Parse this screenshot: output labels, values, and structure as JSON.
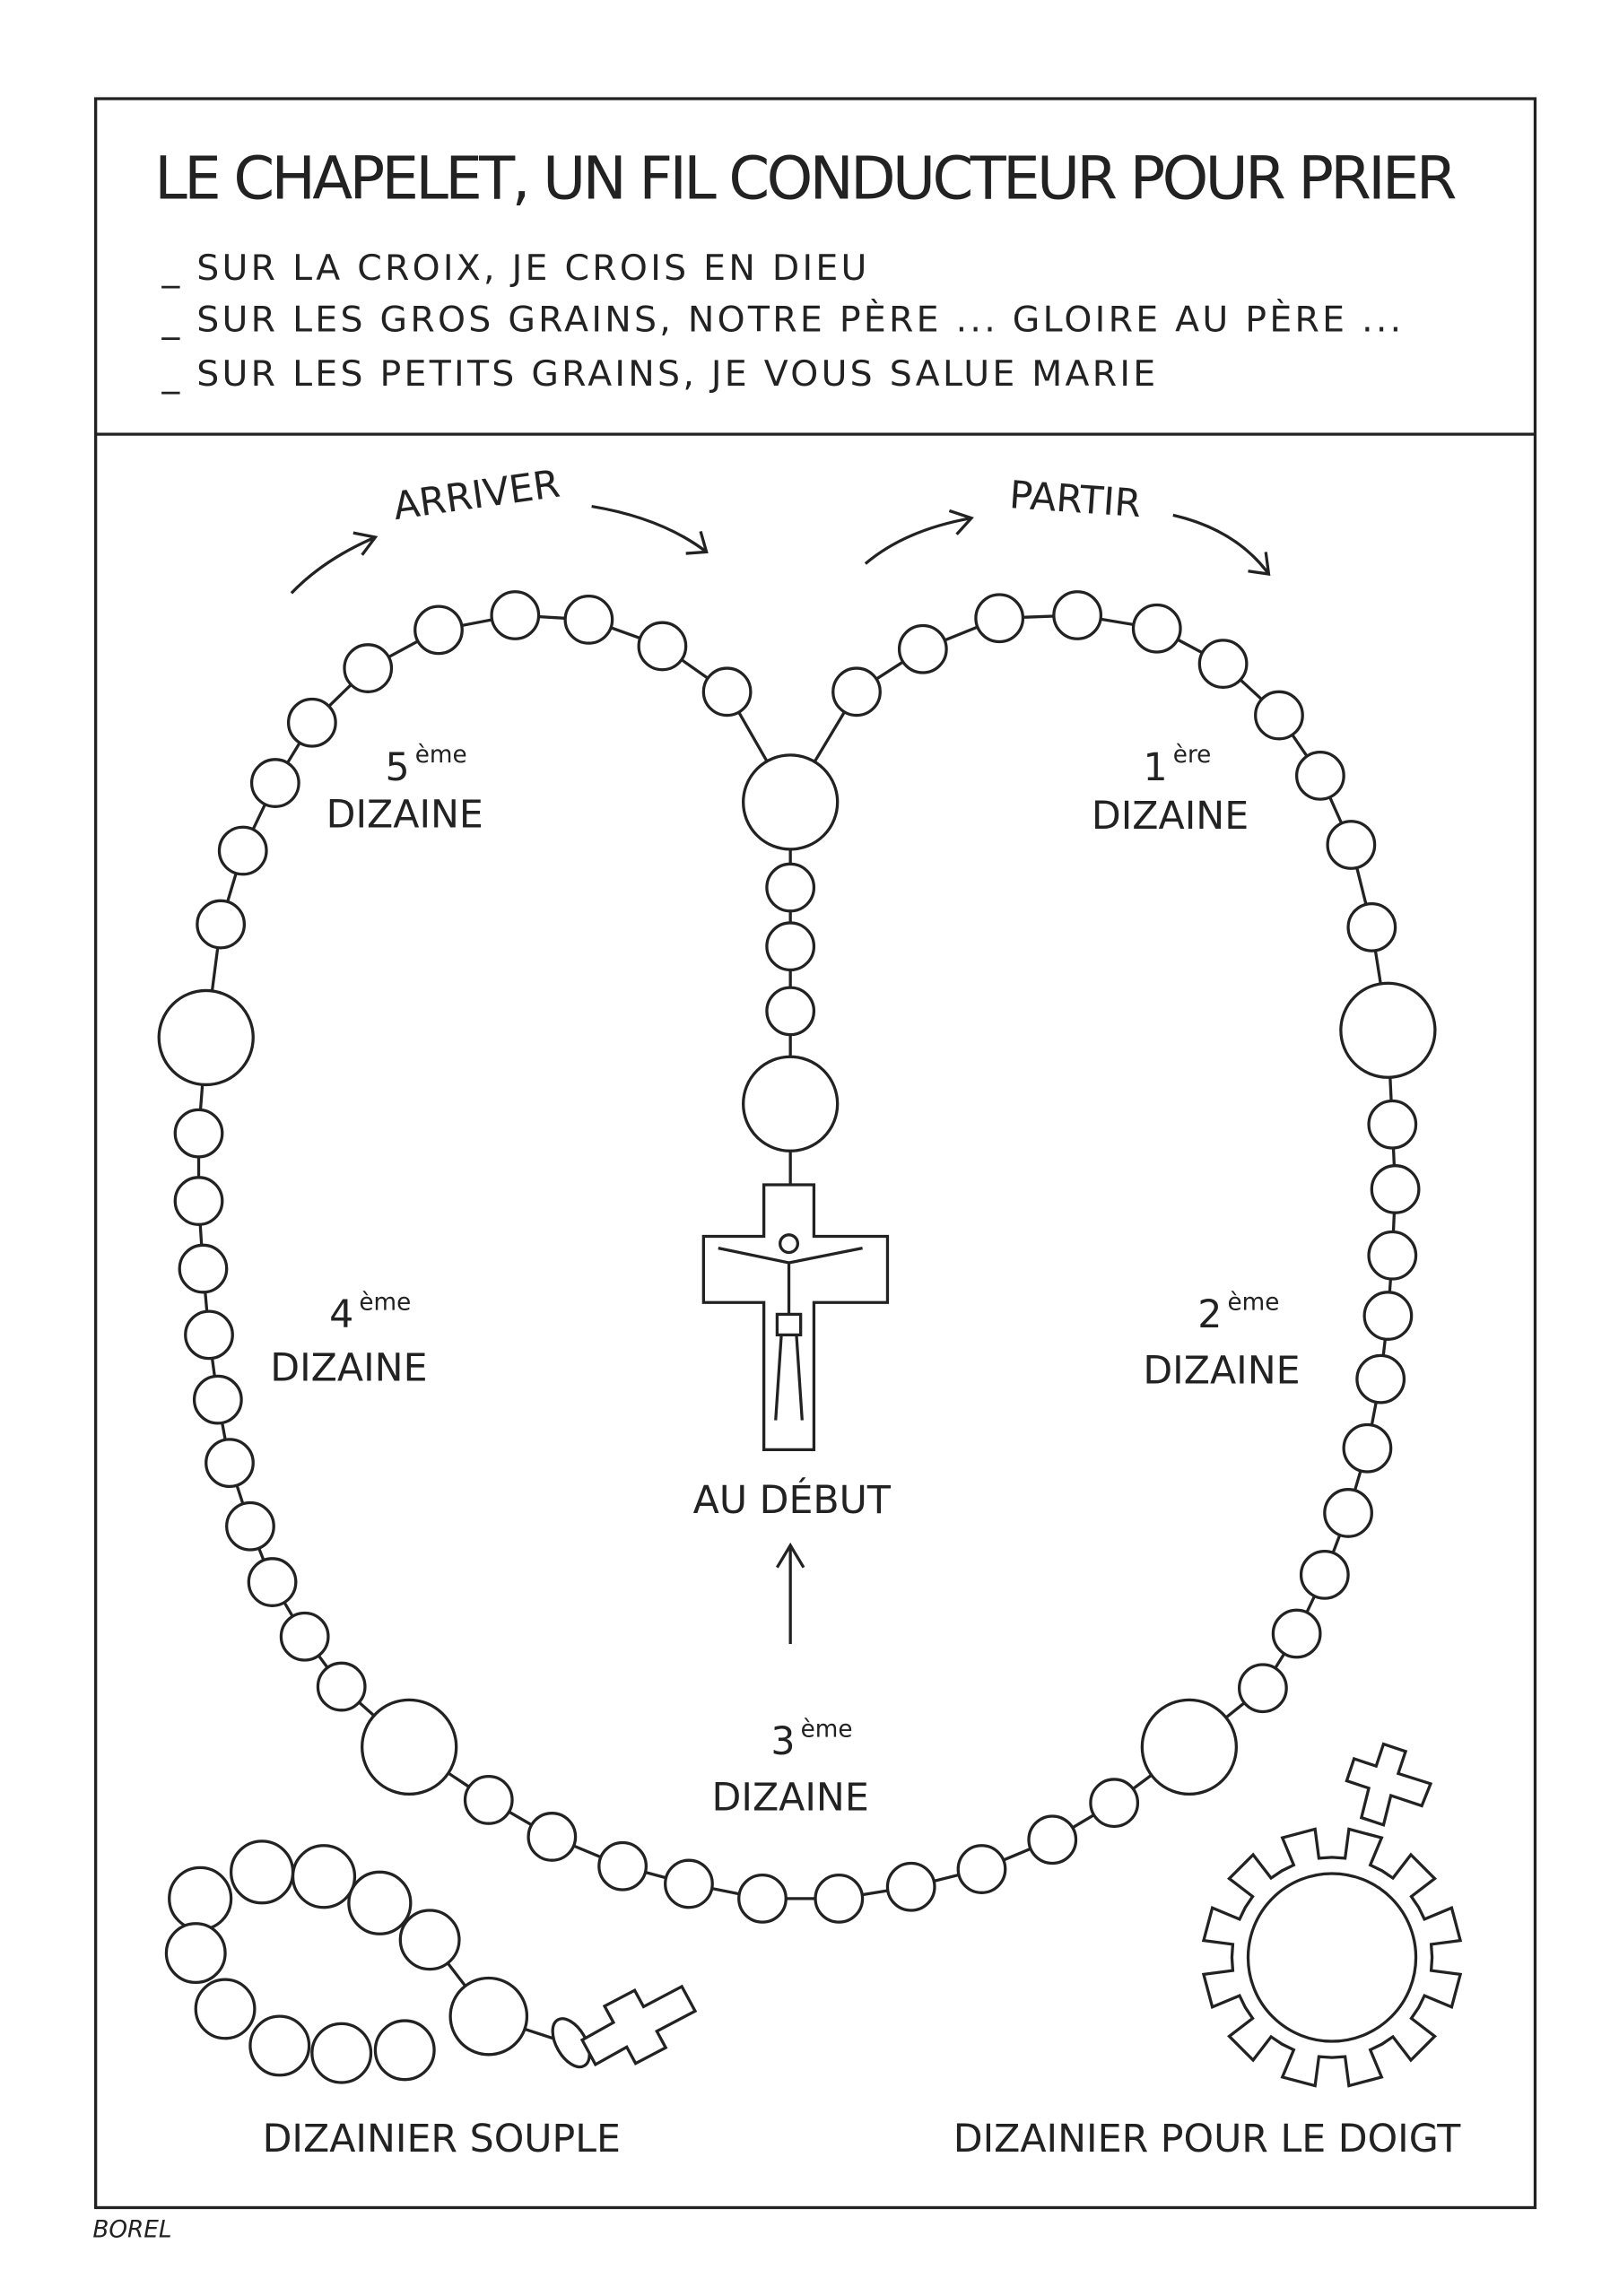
{
  "header": {
    "title": "LE CHAPELET, UN FIL CONDUCTEUR POUR PRIER",
    "lines": [
      "_ SUR LA CROIX, JE CROIS EN DIEU",
      "_ SUR LES GROS GRAINS, NOTRE PÈRE ...   GLOIRE AU PÈRE ...",
      "_ SUR LES PETITS GRAINS, JE VOUS SALUE MARIE"
    ]
  },
  "diagram": {
    "arrive": "ARRIVER",
    "leave": "PARTIR",
    "start": "AU DÉBUT",
    "decades": [
      {
        "num": "1",
        "sup": "ère",
        "label": "DIZAINE"
      },
      {
        "num": "2",
        "sup": "ème",
        "label": "DIZAINE"
      },
      {
        "num": "3",
        "sup": "ème",
        "label": "DIZAINE"
      },
      {
        "num": "4",
        "sup": "ème",
        "label": "DIZAINE"
      },
      {
        "num": "5",
        "sup": "ème",
        "label": "DIZAINE"
      }
    ],
    "flexible": "DIZAINIER SOUPLE",
    "finger": "DIZAINIER POUR LE DOIGT"
  },
  "signature": "BOREL"
}
